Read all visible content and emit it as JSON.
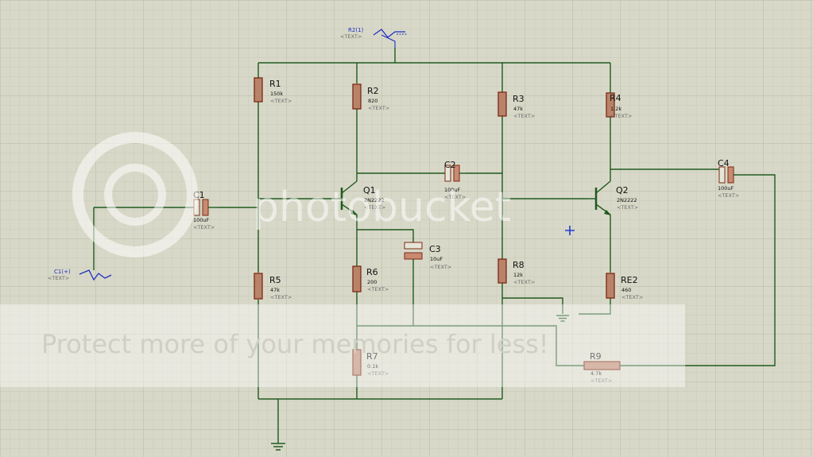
{
  "components": {
    "R1": {
      "ref": "R1",
      "value": "150k",
      "text": "<TEXT>"
    },
    "R2": {
      "ref": "R2",
      "value": "820",
      "text": "<TEXT>"
    },
    "R3": {
      "ref": "R3",
      "value": "47k",
      "text": "<TEXT>"
    },
    "R4": {
      "ref": "R4",
      "value": "1.2k",
      "text": "<TEXT>"
    },
    "R5": {
      "ref": "R5",
      "value": "47k",
      "text": "<TEXT>"
    },
    "R6": {
      "ref": "R6",
      "value": "200",
      "text": "<TEXT>"
    },
    "R7": {
      "ref": "R7",
      "value": "0.1k",
      "text": "<TEXT>"
    },
    "R8": {
      "ref": "R8",
      "value": "12k",
      "text": "<TEXT>"
    },
    "R9": {
      "ref": "R9",
      "value": "4.7k",
      "text": "<TEXT>"
    },
    "RE2": {
      "ref": "RE2",
      "value": "460",
      "text": "<TEXT>"
    },
    "C1": {
      "ref": "C1",
      "value": "100uF",
      "text": "<TEXT>"
    },
    "C2": {
      "ref": "C2",
      "value": "100uF",
      "text": "<TEXT>"
    },
    "C3": {
      "ref": "C3",
      "value": "10uF",
      "text": "<TEXT>"
    },
    "C4": {
      "ref": "C4",
      "value": "100uF",
      "text": "<TEXT>"
    },
    "Q1": {
      "ref": "Q1",
      "value": "2N2222",
      "text": "<TEXT>"
    },
    "Q2": {
      "ref": "Q2",
      "value": "2N2222",
      "text": "<TEXT>"
    }
  },
  "terminals": {
    "R2_probe": {
      "label": "R2(1)",
      "text": "<TEXT>"
    },
    "C1_probe": {
      "label": "C1(+)",
      "text": "<TEXT>"
    }
  },
  "watermark": {
    "logo": "photobucket",
    "tagline": "Protect more of your memories for less!"
  },
  "colors": {
    "background": "#d8d8c8",
    "grid": "#c2c2b2",
    "wire": "#1f5a1f",
    "resistor_fill": "#b9836a",
    "resistor_stroke": "#7a2a14",
    "terminal": "#2030c0"
  }
}
